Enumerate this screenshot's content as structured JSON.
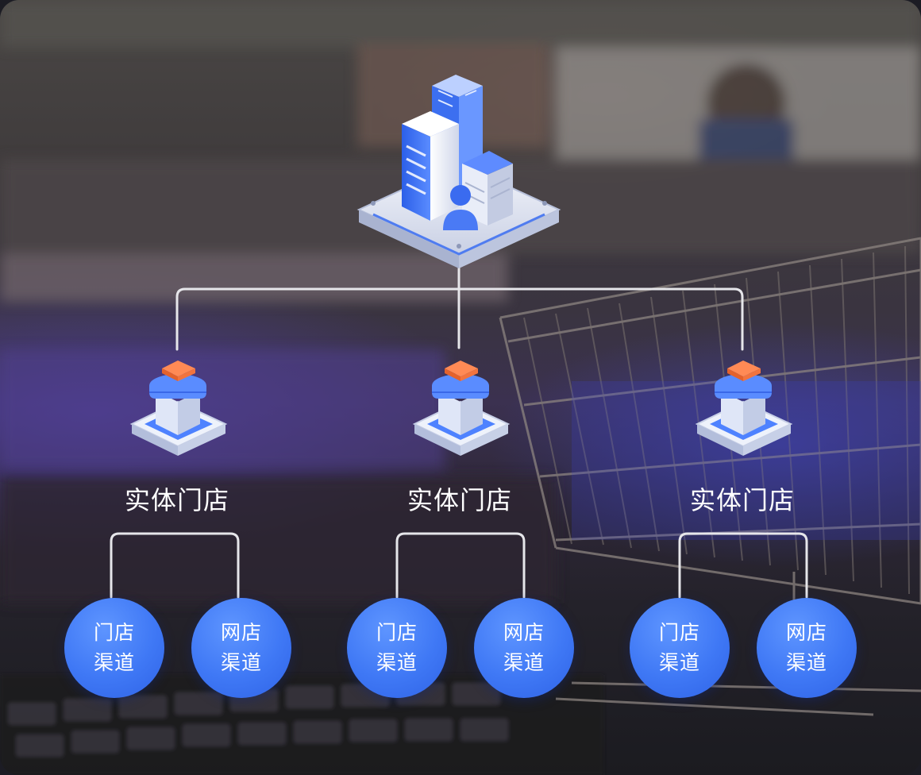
{
  "root": {
    "icon": "city-building-server-icon"
  },
  "stores": [
    {
      "label": "实体门店",
      "icon": "storefront-icon",
      "channels": [
        {
          "line1": "门店",
          "line2": "渠道"
        },
        {
          "line1": "网店",
          "line2": "渠道"
        }
      ]
    },
    {
      "label": "实体门店",
      "icon": "storefront-icon",
      "channels": [
        {
          "line1": "门店",
          "line2": "渠道"
        },
        {
          "line1": "网店",
          "line2": "渠道"
        }
      ]
    },
    {
      "label": "实体门店",
      "icon": "storefront-icon",
      "channels": [
        {
          "line1": "门店",
          "line2": "渠道"
        },
        {
          "line1": "网店",
          "line2": "渠道"
        }
      ]
    }
  ],
  "colors": {
    "connector": "#e6e6ea",
    "channel_blue": "#3f78f5",
    "accent_orange": "#ff7a45"
  }
}
